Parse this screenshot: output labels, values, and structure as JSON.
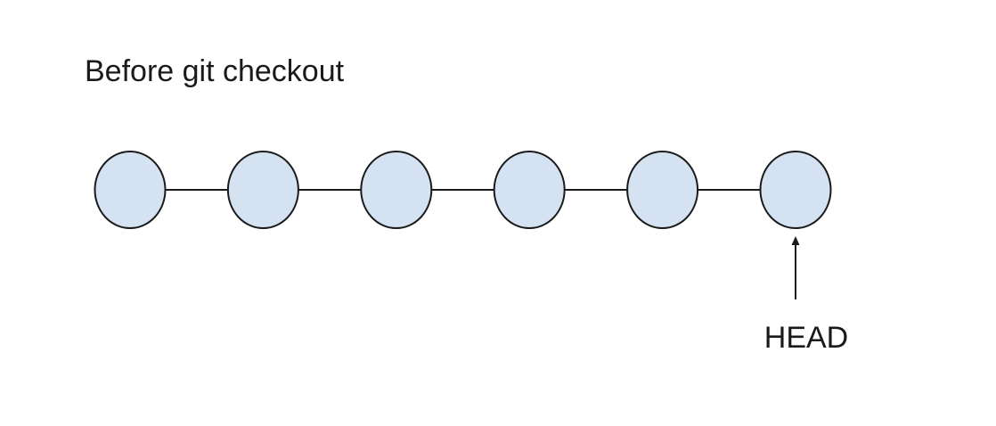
{
  "diagram": {
    "title": "Before git checkout",
    "commit_count": 6,
    "head_label": "HEAD",
    "head_commit_index": 5,
    "colors": {
      "node_fill": "#d5e2f2",
      "stroke": "#1a1a1a",
      "background": "#ffffff"
    }
  }
}
